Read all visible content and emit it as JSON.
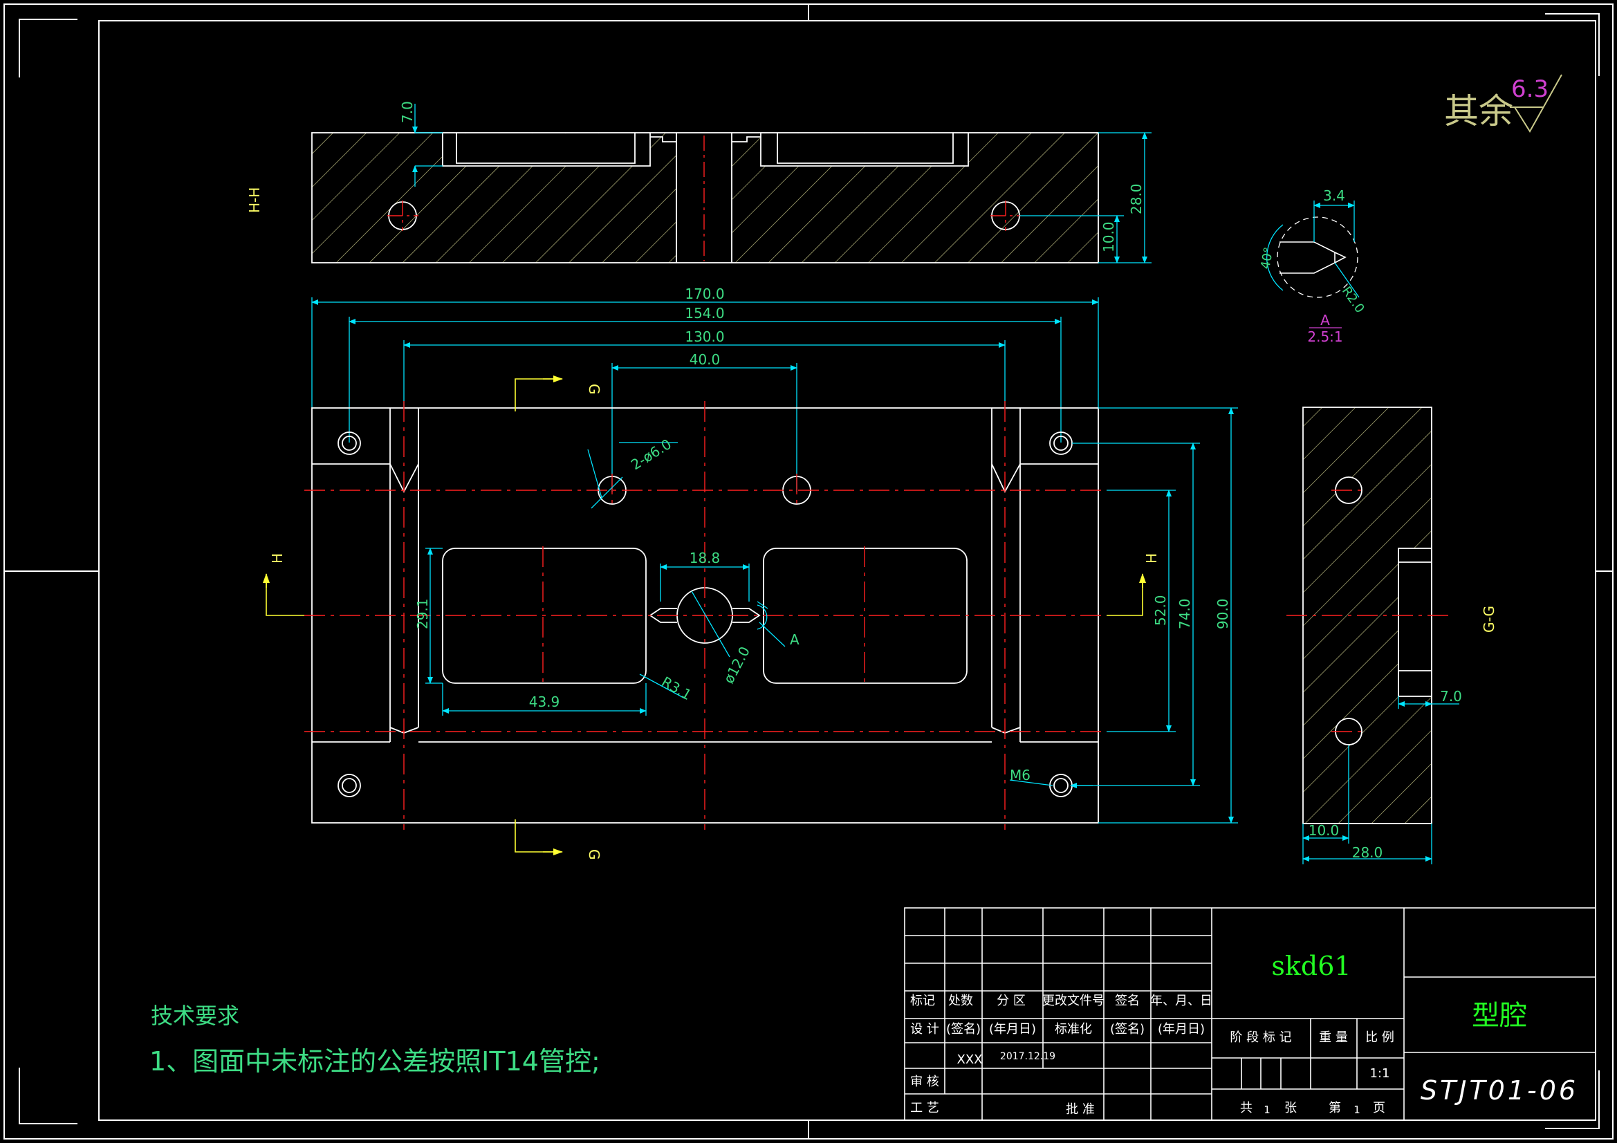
{
  "colors": {
    "background": "#000000",
    "frame": "#ffffff",
    "outline": "#ffffff",
    "hatch": "#c9c98a",
    "center": "#ff2020",
    "dimension": "#00e5ff",
    "dim_text": "#3ddc84",
    "title_text": "#ffffff",
    "green_text": "#22ff22",
    "magenta": "#d040d0",
    "yellow": "#ffff66"
  },
  "section_labels": {
    "hh": "H-H",
    "gg": "G-G",
    "h_top": "H",
    "h_bottom": "H",
    "g_top": "G",
    "g_bottom": "G"
  },
  "roughness": {
    "label": "其余",
    "value": "6.3"
  },
  "detail": {
    "ref_letter": "A",
    "scale": "2.5:1",
    "width": "3.4",
    "angle": "40°",
    "radius": "R2.0"
  },
  "dimensions": {
    "top_depth": "7.0",
    "top_thickness": "28.0",
    "top_hole_offset": "10.0",
    "overall_length": "170.0",
    "hole_spacing": "154.0",
    "center_spacing": "130.0",
    "pin_spacing": "40.0",
    "pin_holes": "2-ø6.0",
    "gate_width": "18.8",
    "cavity_height": "29.1",
    "cavity_radius": "R3.1",
    "sprue_dia": "ø12.0",
    "cavity_width": "43.9",
    "height_52": "52.0",
    "height_74": "74.0",
    "height_90": "90.0",
    "thread": "M6",
    "detail_ref": "A",
    "side_depth": "7.0",
    "side_offset": "10.0",
    "side_thickness": "28.0"
  },
  "tech": {
    "heading": "技术要求",
    "note": "1、图面中未标注的公差按照IT14管控;"
  },
  "title_block": {
    "material": "skd61",
    "part_name": "型腔",
    "drawing_no": "STJT01-06",
    "headers1": [
      "标记",
      "处数",
      "分 区",
      "更改文件号",
      "签名",
      "年、月、日"
    ],
    "design_label": "设 计",
    "sign_label": "(签名)",
    "date_label": "(年月日)",
    "standard_label": "标准化",
    "sign_label2": "(签名)",
    "date_label2": "(年月日)",
    "designer": "XXX",
    "date": "2017.12.19",
    "review_label": "审 核",
    "process_label": "工 艺",
    "approve_label": "批 准",
    "stage_label": "阶 段 标 记",
    "weight_label": "重 量",
    "scale_label": "比 例",
    "scale_value": "1:1",
    "total_label": "共",
    "total_value": "1",
    "sheet_unit": "张",
    "page_label": "第",
    "page_value": "1",
    "page_unit": "页"
  }
}
